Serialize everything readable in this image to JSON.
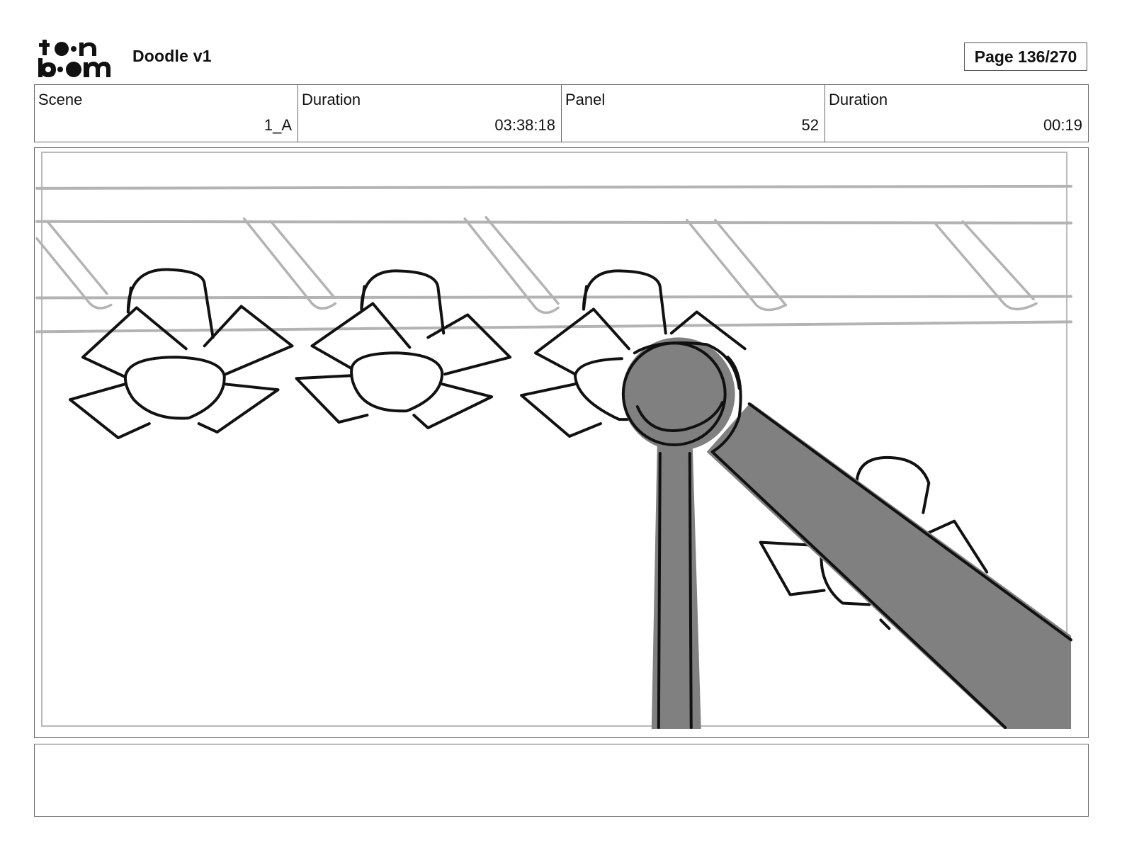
{
  "header": {
    "project_title": "Doodle v1",
    "page_label": "Page 136/270",
    "logo_icon": "toon-boom-logo-icon"
  },
  "info_table": {
    "columns": [
      {
        "label": "Scene",
        "value": "1_A"
      },
      {
        "label": "Duration",
        "value": "03:38:18"
      },
      {
        "label": "Panel",
        "value": "52"
      },
      {
        "label": "Duration",
        "value": "00:19"
      }
    ]
  },
  "panel": {
    "drawing_icon": "storyboard-sketch-stage-lights-and-crane-arm",
    "colors": {
      "guide_lines": "#b3b3b3",
      "ink": "#111111",
      "crane_fill": "#808080"
    }
  },
  "notes": {
    "text": ""
  }
}
